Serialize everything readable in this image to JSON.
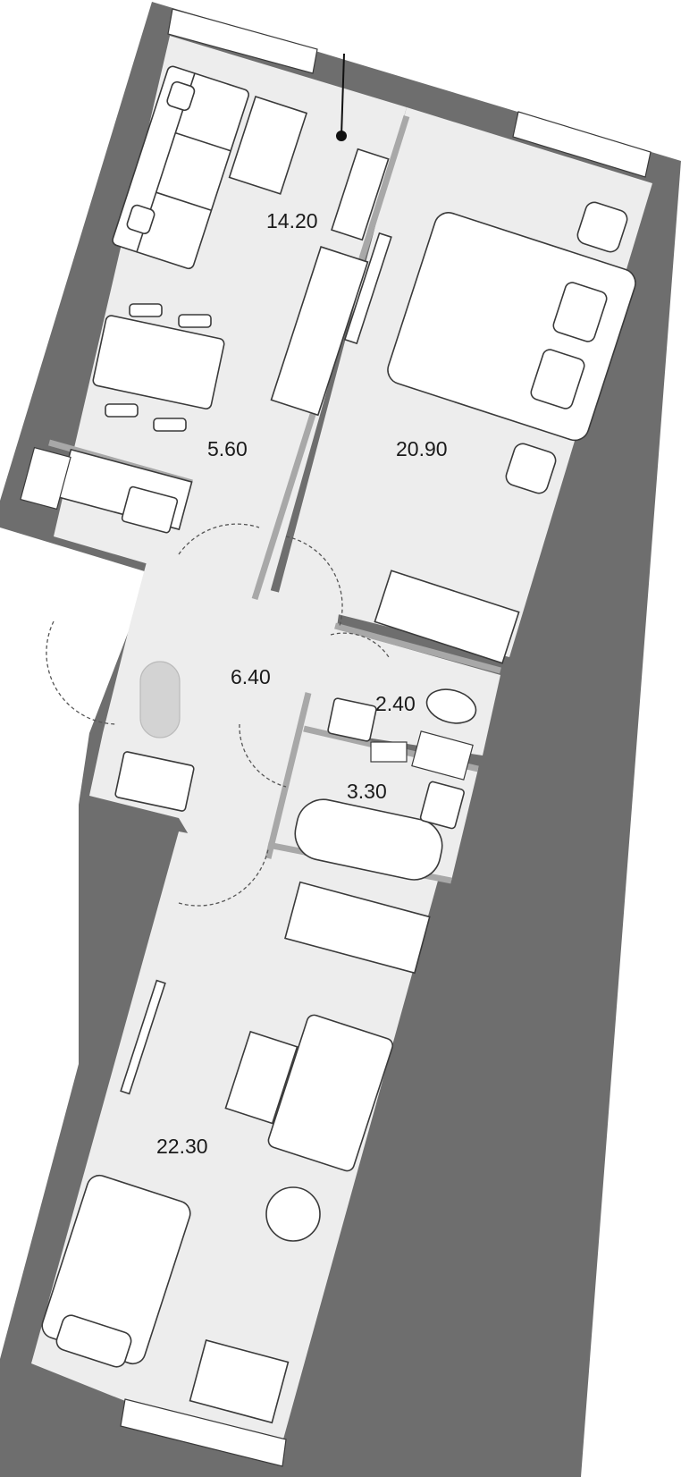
{
  "colors": {
    "outer_wall": "#6e6e6e",
    "inner_wall": "#a8a8a8",
    "floor": "#ededed",
    "window": "#ffffff",
    "furniture_stroke": "#3a3a3a"
  },
  "rooms": [
    {
      "id": "kitchen-living",
      "area": "14.20"
    },
    {
      "id": "dining",
      "area": "5.60"
    },
    {
      "id": "bedroom-1",
      "area": "20.90"
    },
    {
      "id": "hallway",
      "area": "6.40"
    },
    {
      "id": "wc",
      "area": "2.40"
    },
    {
      "id": "bathroom",
      "area": "3.30"
    },
    {
      "id": "bedroom-2",
      "area": "22.30"
    }
  ]
}
